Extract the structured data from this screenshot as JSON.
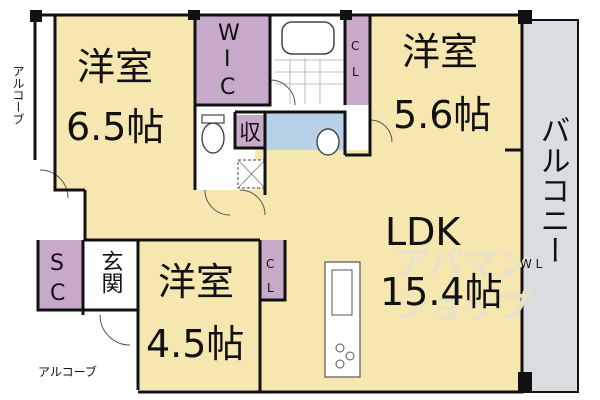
{
  "rooms": {
    "western_65": {
      "name": "洋室",
      "size": "6.5帖"
    },
    "wic": {
      "letters": [
        "W",
        "I",
        "C"
      ]
    },
    "cl_top": {
      "letters": [
        "C",
        "L"
      ]
    },
    "western_56": {
      "name": "洋室",
      "size": "5.6帖"
    },
    "storage": {
      "label": "収"
    },
    "balcony": {
      "label": "バルコニー"
    },
    "ldk": {
      "name": "LDK",
      "size": "15.4帖"
    },
    "sc": {
      "letters": [
        "S",
        "C"
      ]
    },
    "entrance": {
      "label": "玄関"
    },
    "western_45": {
      "name": "洋室",
      "size": "4.5帖"
    },
    "cl_small": {
      "letters": [
        "C",
        "L"
      ]
    },
    "alcove_top": {
      "label": "アルコーブ"
    },
    "alcove_bottom": {
      "label": "アルコーブ"
    }
  },
  "watermark": {
    "line1": "アパマン",
    "line2": "ショップ",
    "wl": "W L"
  },
  "colors": {
    "room": "#f6e7b0",
    "closet": "#c7a9c9",
    "wet": "#b7d2e8",
    "balcony": "#d9dde0",
    "wall": "#111111",
    "floor_white": "#ffffff"
  }
}
